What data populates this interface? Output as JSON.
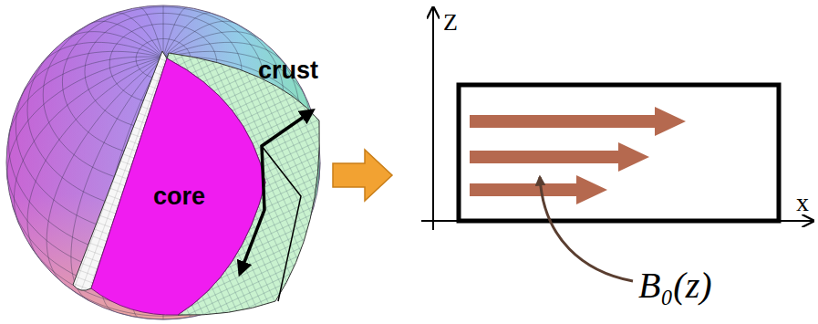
{
  "diagram": {
    "labels": [
      "crust",
      "core",
      "Z",
      "x",
      "B₀(z)"
    ]
  }
}
